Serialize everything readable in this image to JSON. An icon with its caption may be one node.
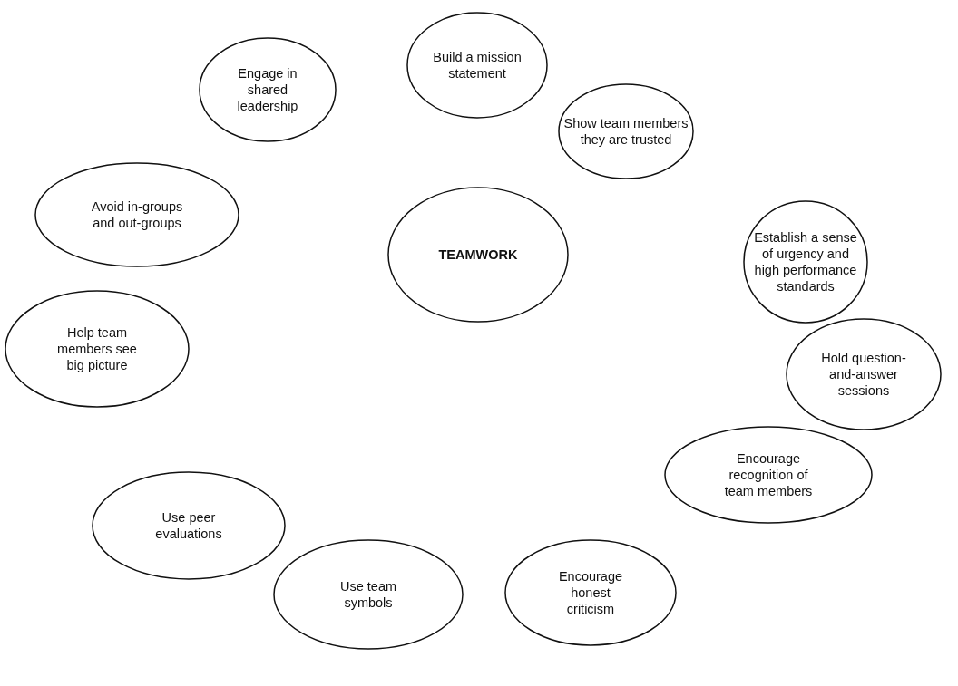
{
  "diagram": {
    "nodes": [
      {
        "text": [
          "TEAMWORK"
        ]
      },
      {
        "text": [
          "Build a mission statement"
        ]
      },
      {
        "text": [
          "Show team members they are trusted"
        ]
      },
      {
        "text": [
          "Establish a sense of urgency and high performance standards"
        ]
      },
      {
        "text": [
          "Hold question-and-answer sessions"
        ]
      },
      {
        "text": [
          "Encourage recognition of team members"
        ]
      },
      {
        "text": [
          "Encourage honest criticism"
        ]
      },
      {
        "text": [
          "Use team symbols"
        ]
      },
      {
        "text": [
          "Use peer evaluations"
        ]
      },
      {
        "text": [
          "Help team members see big picture"
        ]
      },
      {
        "text": [
          "Avoid in-groups and out-groups"
        ]
      },
      {
        "text": [
          "Engage in shared leadership"
        ]
      }
    ],
    "edges": []
  }
}
